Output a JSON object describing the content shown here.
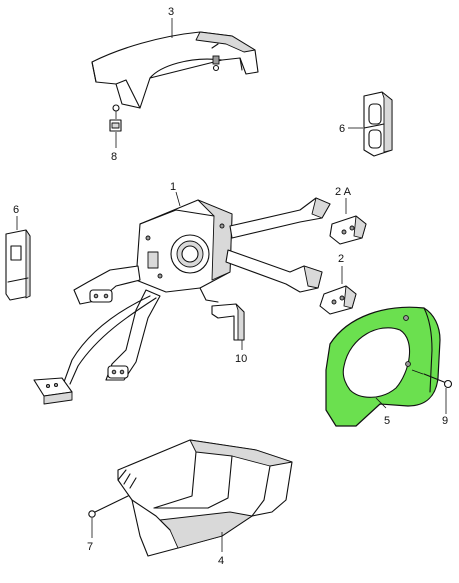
{
  "highlight_color": "#6be04f",
  "labels": {
    "part_1": "1",
    "part_2": "2",
    "part_2a": "2 A",
    "part_3": "3",
    "part_4": "4",
    "part_5": "5",
    "part_6_left": "6",
    "part_6_right": "6",
    "part_7": "7",
    "part_8": "8",
    "part_9": "9",
    "part_10": "10"
  }
}
